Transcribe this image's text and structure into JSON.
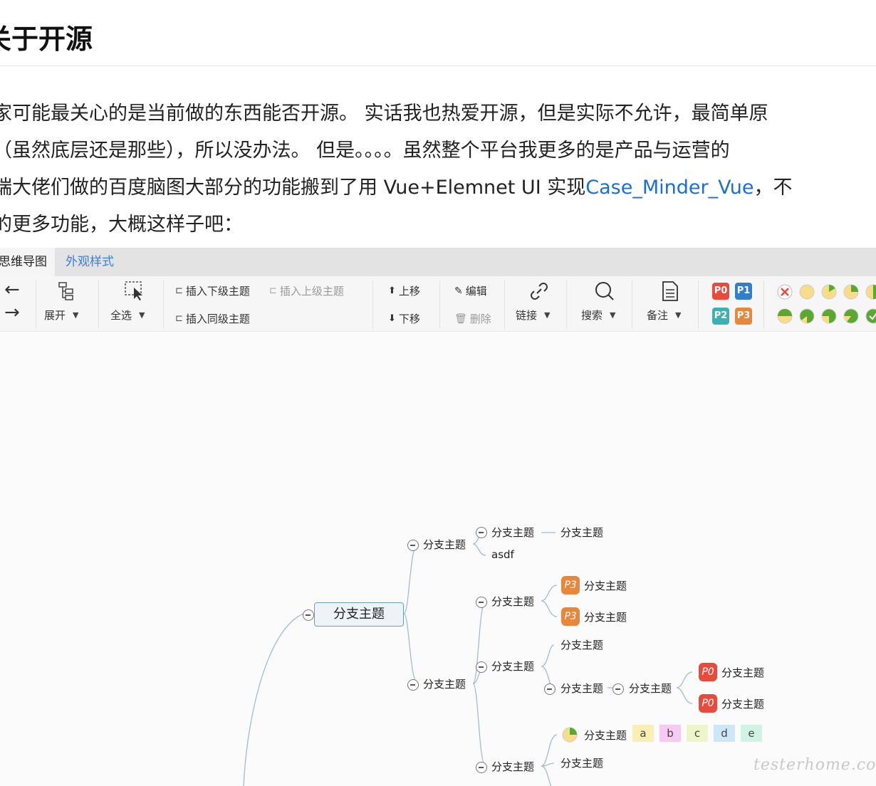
{
  "article": {
    "heading": "关于开源",
    "paragraph_lines": [
      "家可能最关心的是当前做的东西能否开源。 实话我也热爱开源，但是实际不允许，最简单原",
      "（虽然底层还是那些），所以没办法。 但是。。。。虽然整个平台我更多的是产品与运营的",
      "端大佬们做的百度脑图大部分的功能搬到了用 Vue+Elemnet UI 实现",
      "的更多功能，大概这样子吧："
    ],
    "link_text": "Case_Minder_Vue",
    "link_suffix": "，不"
  },
  "editor": {
    "tabs": [
      "思维导图",
      "外观样式"
    ],
    "toolbar": {
      "expand_label": "展开",
      "select_all_label": "全选",
      "insert_child_label": "插入下级主题",
      "insert_parent_label": "插入上级主题",
      "insert_sibling_label": "插入同级主题",
      "move_up_label": "上移",
      "move_down_label": "下移",
      "edit_label": "编辑",
      "delete_label": "删除",
      "link_label": "链接",
      "search_label": "搜索",
      "note_label": "备注",
      "priorities": [
        "P0",
        "P1",
        "P2",
        "P3"
      ]
    },
    "mindmap": {
      "main_node": "分支主题",
      "node_label": "分支主题",
      "asdf": "asdf",
      "p3": "P3",
      "p0": "P0",
      "tags": [
        "a",
        "b",
        "c",
        "d",
        "e"
      ]
    }
  },
  "watermark": "testerhome.com",
  "colors": {
    "link": "#1a6fd0",
    "tab_inactive": "#3b7ee1",
    "p0": "#e64b3b",
    "p1": "#2f80c9",
    "p2": "#3cb2b0",
    "p3": "#e6873b",
    "main_node_border": "#6c9bc7",
    "connector": "#9fbcd9"
  }
}
